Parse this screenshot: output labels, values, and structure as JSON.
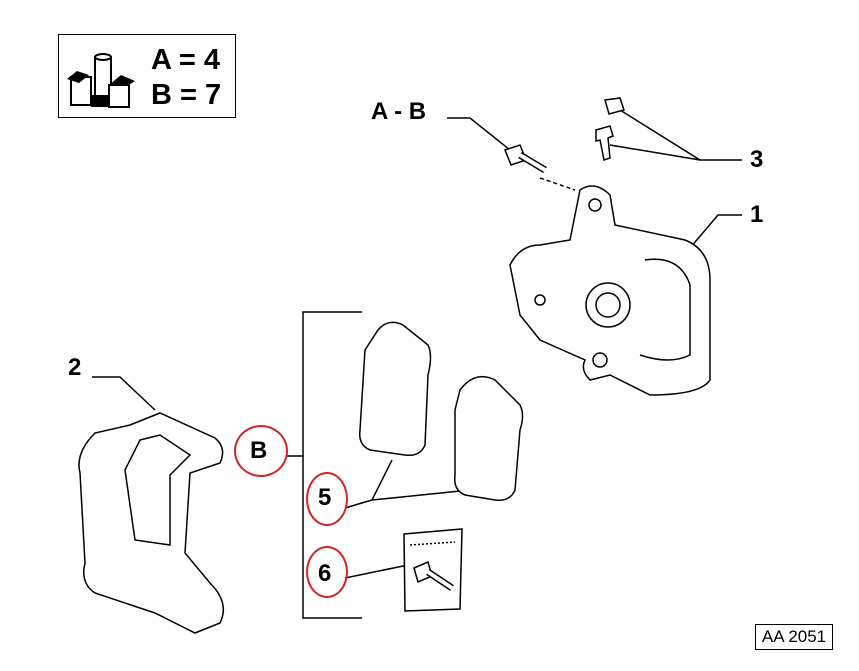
{
  "legend": {
    "line_a": "A = 4",
    "line_b": "B = 7"
  },
  "callouts": {
    "ab": "A - B",
    "part_1": "1",
    "part_2": "2",
    "part_3": "3",
    "group_b": "B",
    "part_5": "5",
    "part_6": "6"
  },
  "reference_code": "AA 2051",
  "colors": {
    "highlight_circle": "#d0262b",
    "line": "#000000"
  }
}
